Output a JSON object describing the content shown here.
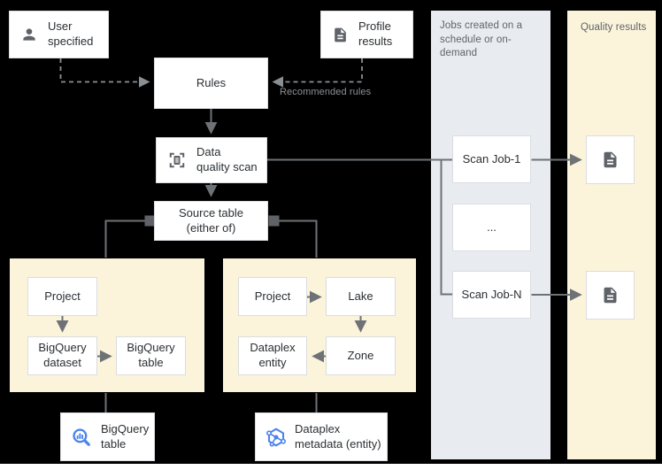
{
  "columns": {
    "jobs": {
      "label": "Jobs created on a schedule or on-demand"
    },
    "quality": {
      "label": "Quality results"
    }
  },
  "labels": {
    "recommended_rules": "Recommended rules"
  },
  "nodes": {
    "user_specified": "User\nspecified",
    "profile_results": "Profile\nresults",
    "rules": "Rules",
    "data_quality_scan": "Data\nquality scan",
    "source_table": "Source table\n(either of)",
    "bq_path": {
      "project": "Project",
      "dataset": "BigQuery\ndataset",
      "table": "BigQuery\ntable"
    },
    "dataplex_path": {
      "project": "Project",
      "lake": "Lake",
      "zone": "Zone",
      "entity": "Dataplex\nentity"
    },
    "scan_jobs": {
      "job1": "Scan Job-1",
      "ellipsis": "...",
      "jobn": "Scan Job-N"
    },
    "bigquery_table_bottom": "BigQuery\ntable",
    "dataplex_metadata_bottom": "Dataplex\nmetadata (entity)"
  },
  "icons": {
    "user_specified": "person-icon",
    "profile_results": "document-icon",
    "data_quality_scan": "scan-frame-icon",
    "bigquery_table": "bigquery-magnifier-icon",
    "dataplex_metadata": "dataplex-hexagon-icon",
    "quality_result": "document-icon"
  },
  "colors": {
    "background": "#000000",
    "jobs_column": "#e8ecf0",
    "cream_panels": "#fbf4db",
    "node_fill": "#ffffff",
    "node_border": "#dadce0",
    "solid_line": "#6e7276",
    "dashed_line": "#8a8f94",
    "icon_gray": "#5f6368",
    "icon_blue": "#4d84ec",
    "label_gray": "#5f6368",
    "text": "#2b2f33"
  }
}
